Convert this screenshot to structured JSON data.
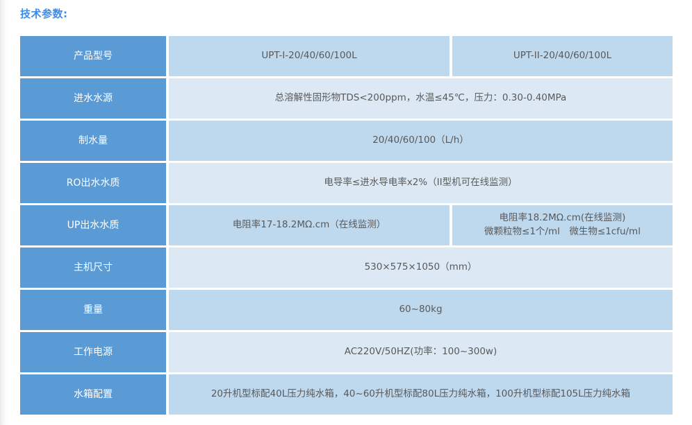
{
  "title": "技术参数:",
  "accent_color": "#3b8cee",
  "label_color": "#5b9bd5",
  "row_tint_dark": "#bed8ee",
  "row_tint_light": "#dce9f5",
  "table": {
    "rows": [
      {
        "label": "产品型号",
        "split": true,
        "value_a": "UPT-I-20/40/60/100L",
        "value_b": "UPT-II-20/40/60/100L"
      },
      {
        "label": "进水水源",
        "split": false,
        "value": "总溶解性固形物TDS<200ppm，水温≤45℃，压力：0.30-0.40MPa"
      },
      {
        "label": "制水量",
        "split": false,
        "value": "20/40/60/100（L/h）"
      },
      {
        "label": "RO出水水质",
        "split": false,
        "value": "电导率≤进水导电率x2%（II型机可在线监测）"
      },
      {
        "label": "UP出水水质",
        "split": true,
        "value_a": "电阻率17-18.2MΩ.cm（在线监测）",
        "value_b_line1": "电阻率18.2MΩ.cm(在线监测)",
        "value_b_line2": "微颗粒物≤1个/ml　微生物≤1cfu/ml"
      },
      {
        "label": "主机尺寸",
        "split": false,
        "value": "530×575×1050（mm）"
      },
      {
        "label": "重量",
        "split": false,
        "value": "60~80kg"
      },
      {
        "label": "工作电源",
        "split": false,
        "value": "AC220V/50HZ(功率：100~300w)"
      },
      {
        "label": "水箱配置",
        "split": false,
        "value": "20升机型标配40L压力纯水箱，40~60升机型标配80L压力纯水箱，100升机型标配105L压力纯水箱"
      }
    ]
  }
}
